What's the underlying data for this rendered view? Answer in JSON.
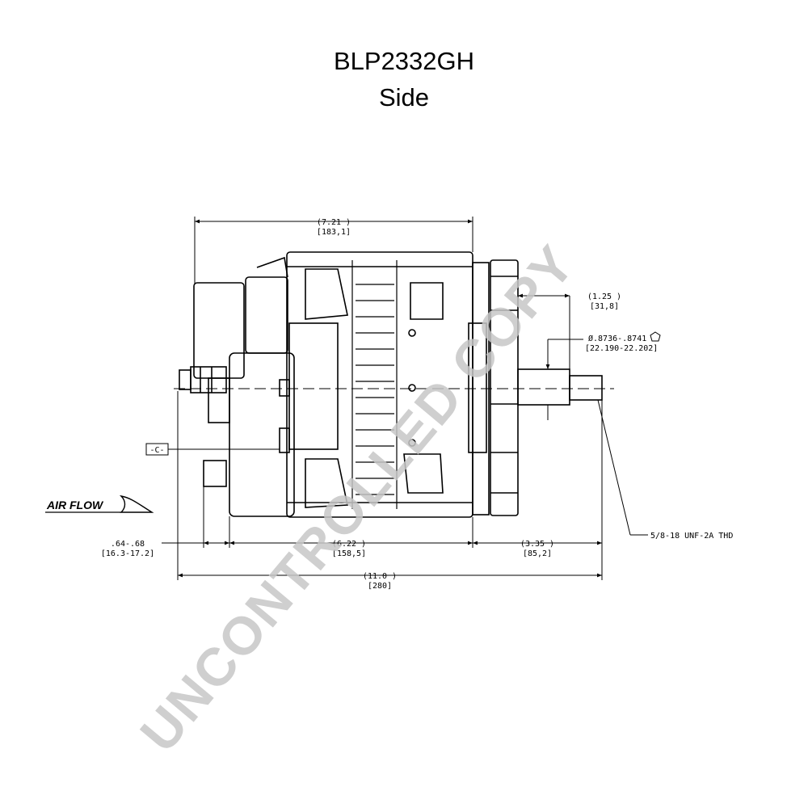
{
  "title": "BLP2332GH",
  "subtitle": "Side",
  "dimensions": {
    "overall_top": "(7.21   )",
    "overall_top_mm": "[183,1]",
    "shaft_step": "(1.25  )",
    "shaft_step_mm": "[31,8]",
    "shaft_dia": "Ø.8736-.8741",
    "shaft_dia_mm": "[22.190-22.202]",
    "thread": "5/8-18 UNF-2A THD",
    "stud": ".64-.68",
    "stud_mm": "[16.3-17.2]",
    "body": "(6.22   )",
    "body_mm": "[158,5]",
    "front": "(3.35   )",
    "front_mm": "[85,2]",
    "overall": "(11.0  )",
    "overall_mm": "[280]"
  },
  "datum": "-C-",
  "airflow": "AIR FLOW",
  "watermark": "UNCONTROLLED COPY"
}
